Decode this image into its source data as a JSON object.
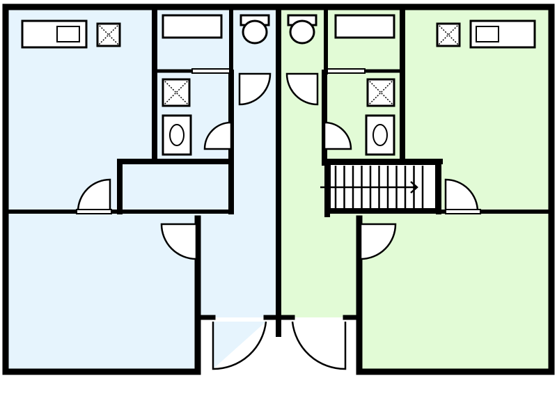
{
  "colors": {
    "left_unit": "#e6f4fd",
    "right_unit": "#e2fbd6",
    "background": "#ffffff",
    "wall": "#000000",
    "fixture_fill": "#ffffff"
  },
  "units": [
    {
      "id": "left",
      "fill_color_key": "left_unit"
    },
    {
      "id": "right",
      "fill_color_key": "right_unit"
    }
  ],
  "fixtures": [
    "bathtub-icon",
    "shower-icon",
    "toilet-icon",
    "sink-icon",
    "counter-icon",
    "staircase",
    "stair-arrow"
  ]
}
